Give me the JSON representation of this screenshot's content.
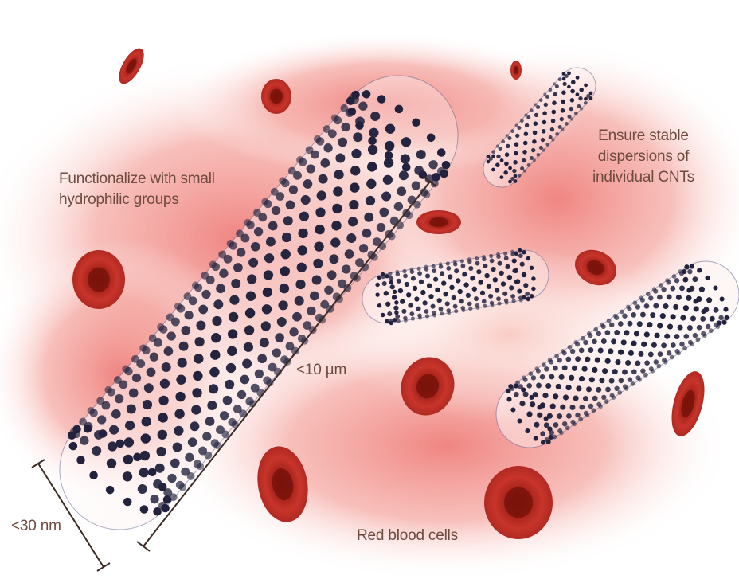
{
  "labels": {
    "functionalize": [
      "Functionalize with small",
      "hydrophilic groups"
    ],
    "dispersion": [
      "Ensure stable",
      "dispersions of",
      "individual CNTs"
    ],
    "length": "<10 µm",
    "diameter": "<30 nm",
    "cells": "Red blood cells"
  },
  "colors": {
    "background_glow": "#f08e8a",
    "cell": "#c8342a",
    "cell_center": "#7e1410",
    "nanotube_atom": "#22223e",
    "nanotube_bond": "#5a5a8a",
    "label_text": "#6d4b3f"
  }
}
